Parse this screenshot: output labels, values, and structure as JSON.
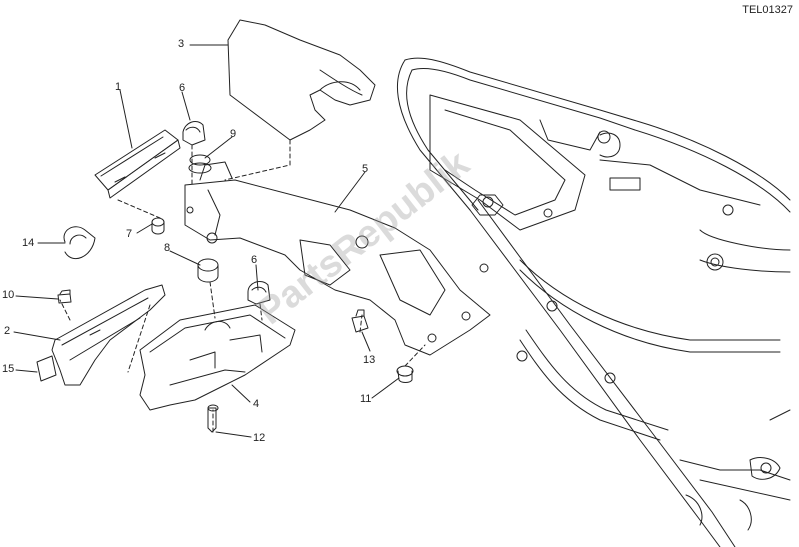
{
  "drawing_code": "TEL01327",
  "watermark": "PartsRepublik",
  "callouts": [
    "1",
    "2",
    "3",
    "4",
    "5",
    "6",
    "6",
    "7",
    "8",
    "9",
    "10",
    "11",
    "12",
    "13",
    "14",
    "15"
  ],
  "colors": {
    "line": "#222222",
    "watermark": "#9a9a9a",
    "background": "#ffffff"
  }
}
